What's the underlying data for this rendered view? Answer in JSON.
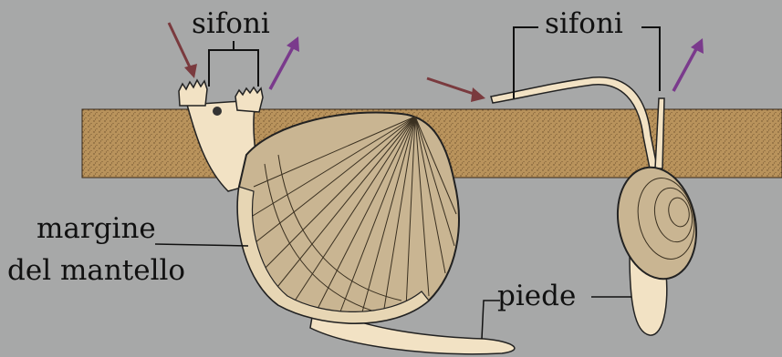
{
  "labels": {
    "siphons_left": "sifoni",
    "siphons_right": "sifoni",
    "mantle_margin_line1": "margine",
    "mantle_margin_line2": "del mantello",
    "foot": "piede"
  },
  "colors": {
    "background": "#a7a8a8",
    "sediment": "#b9935c",
    "flesh": "#f2e2c4",
    "inflow_arrow": "#7a3a3e",
    "outflow_arrow": "#7a3a8c"
  }
}
